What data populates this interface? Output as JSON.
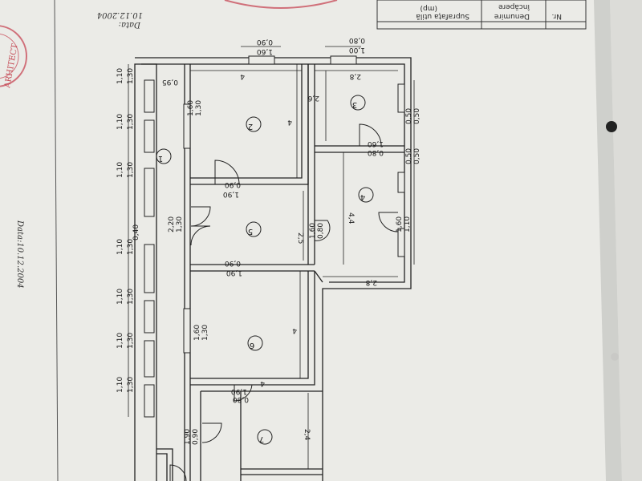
{
  "header": {
    "col_nr": "Nr.",
    "col_name_line1": "Denumire",
    "col_name_line2": "încăpere",
    "col_area_line1": "Suprafața utilă",
    "col_area_line2": "(mp)"
  },
  "date_label": "Data:",
  "date_value": "10.12.2004",
  "margin_note": "Data:10.12.2004",
  "stamp_text": "ARHITECT",
  "rooms": [
    "1",
    "2",
    "3",
    "4",
    "5",
    "6",
    "7"
  ],
  "dims": {
    "top1_a": "0,90",
    "top1_b": "1,60",
    "top2_a": "0,80",
    "top2_b": "1,00",
    "w4_top": "4",
    "w28_top": "2,8",
    "w095": "0,95",
    "w1_a": "1,30",
    "w1_b": "1,10",
    "w2_a": "1,30",
    "w2_b": "1,10",
    "w3_a": "1,30",
    "w3_b": "1,10",
    "w4_a": "1,30",
    "w4_b": "1,10",
    "w5_a": "1,30",
    "w5_b": "1,10",
    "w6_a": "1,30",
    "w6_b": "1,10",
    "w7_a": "1,30",
    "w7_b": "1,10",
    "w040": "0,40",
    "r2_win_a": "1,30",
    "r2_win_b": "1,60",
    "r2_h": "4",
    "d2_a": "0,90",
    "d2_b": "1,90",
    "r3_h": "2,6",
    "d3_a": "0,80",
    "d3_b": "1,60",
    "s_050a": "0,50",
    "s_050b": "0,50",
    "s_050c": "0,50",
    "s_050d": "0,50",
    "r4_h": "4,4",
    "r4_win_a": "1,10",
    "r4_win_b": "1,60",
    "r4_w": "2,8",
    "d5e_a": "1,30",
    "d5e_b": "2,20",
    "r5_h": "2,5",
    "d5_a": "0,80",
    "d5_b": "1,60",
    "d6_a": "0,90",
    "d6_b": "1,90",
    "r6_win_a": "1,30",
    "r6_win_b": "1,60",
    "r6_h": "4",
    "r6_w": "4",
    "d7_a": "0,80",
    "d7_b": "1,90",
    "r7_h": "2,4",
    "dE_a": "0,90",
    "dE_b": "1,90"
  }
}
